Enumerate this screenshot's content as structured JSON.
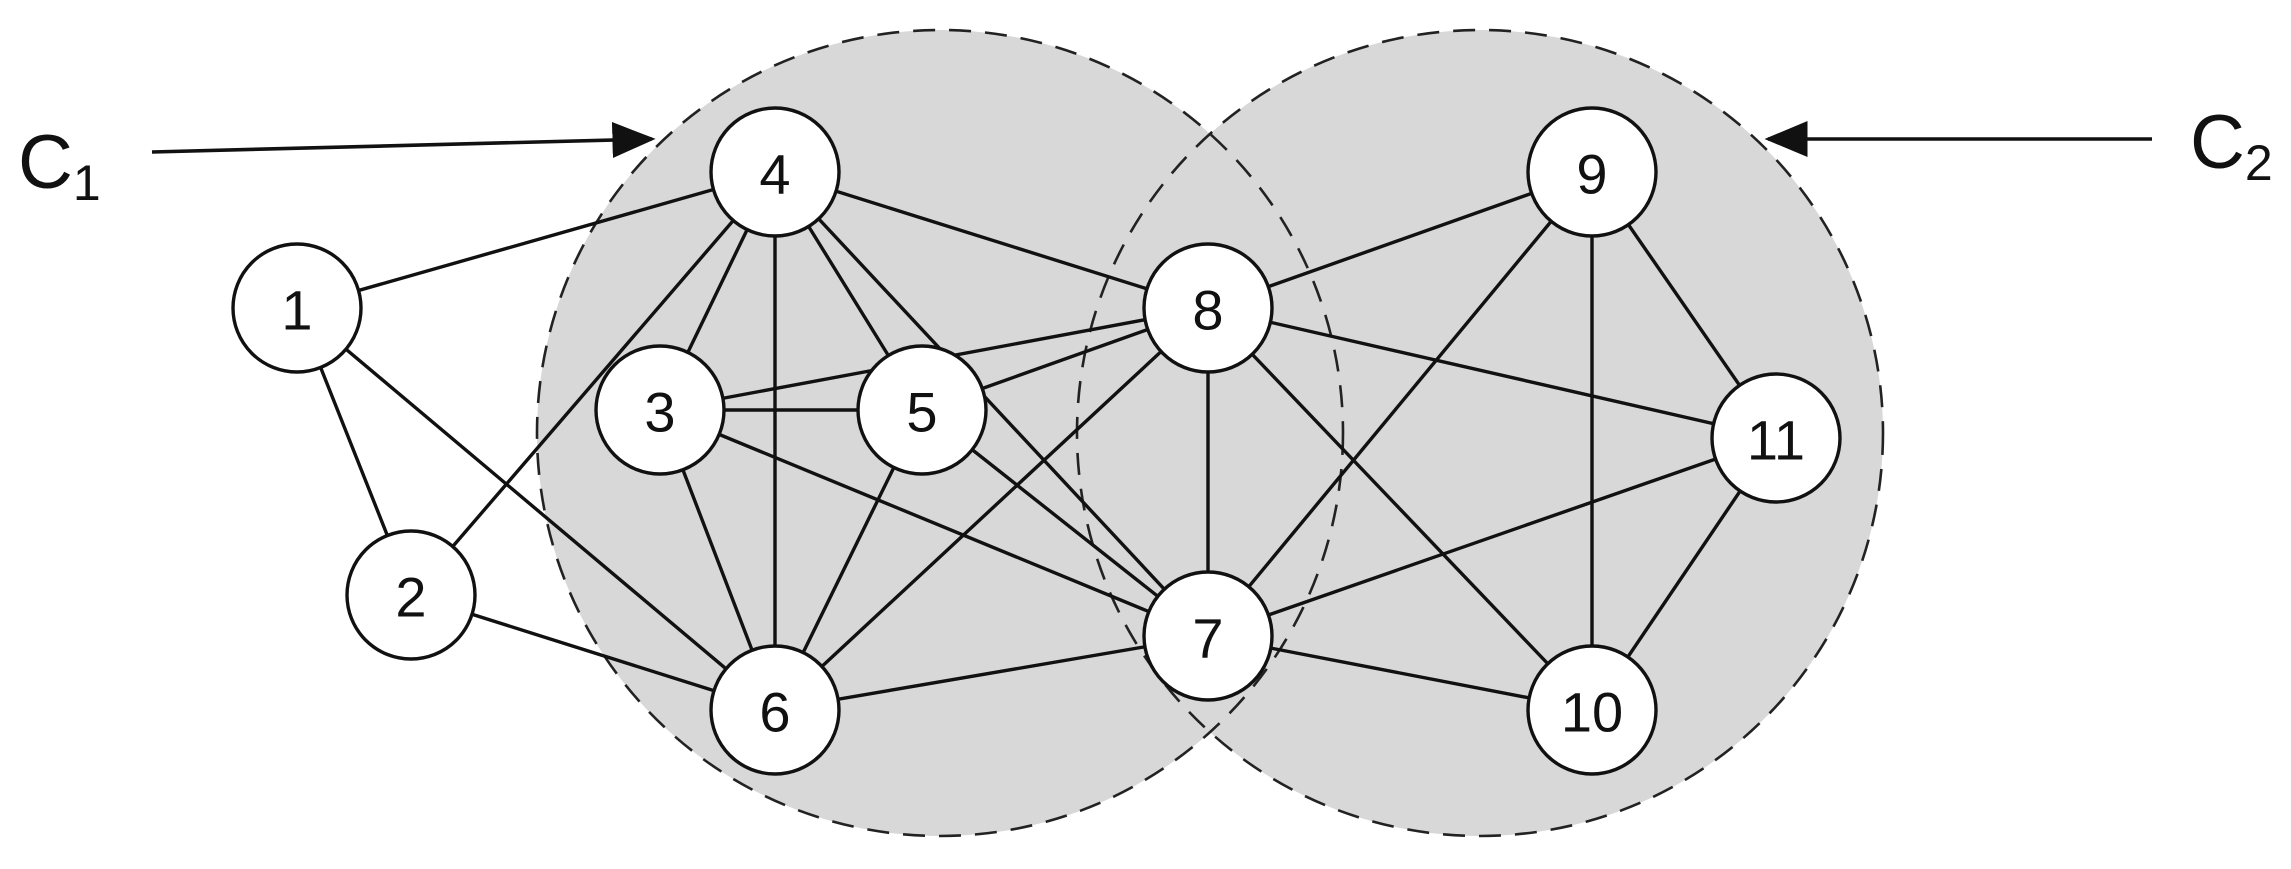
{
  "colors": {
    "community_fill": "#d8d8d8",
    "stroke": "#111111",
    "node_fill": "#ffffff",
    "background": "#ffffff"
  },
  "clusters": [
    {
      "id": "C1",
      "letter": "C",
      "index": "1"
    },
    {
      "id": "C2",
      "letter": "C",
      "index": "2"
    }
  ],
  "nodes": [
    {
      "id": "1",
      "label": "1"
    },
    {
      "id": "2",
      "label": "2"
    },
    {
      "id": "3",
      "label": "3"
    },
    {
      "id": "4",
      "label": "4"
    },
    {
      "id": "5",
      "label": "5"
    },
    {
      "id": "6",
      "label": "6"
    },
    {
      "id": "7",
      "label": "7"
    },
    {
      "id": "8",
      "label": "8"
    },
    {
      "id": "9",
      "label": "9"
    },
    {
      "id": "10",
      "label": "10"
    },
    {
      "id": "11",
      "label": "11"
    }
  ],
  "edges": [
    [
      "1",
      "4"
    ],
    [
      "1",
      "2"
    ],
    [
      "1",
      "6"
    ],
    [
      "2",
      "4"
    ],
    [
      "2",
      "6"
    ],
    [
      "3",
      "4"
    ],
    [
      "3",
      "5"
    ],
    [
      "3",
      "6"
    ],
    [
      "3",
      "7"
    ],
    [
      "3",
      "8"
    ],
    [
      "4",
      "5"
    ],
    [
      "4",
      "6"
    ],
    [
      "4",
      "7"
    ],
    [
      "4",
      "8"
    ],
    [
      "5",
      "6"
    ],
    [
      "5",
      "7"
    ],
    [
      "5",
      "8"
    ],
    [
      "6",
      "7"
    ],
    [
      "6",
      "8"
    ],
    [
      "7",
      "8"
    ],
    [
      "7",
      "9"
    ],
    [
      "7",
      "10"
    ],
    [
      "7",
      "11"
    ],
    [
      "8",
      "9"
    ],
    [
      "8",
      "10"
    ],
    [
      "8",
      "11"
    ],
    [
      "9",
      "10"
    ],
    [
      "9",
      "11"
    ],
    [
      "10",
      "11"
    ]
  ]
}
